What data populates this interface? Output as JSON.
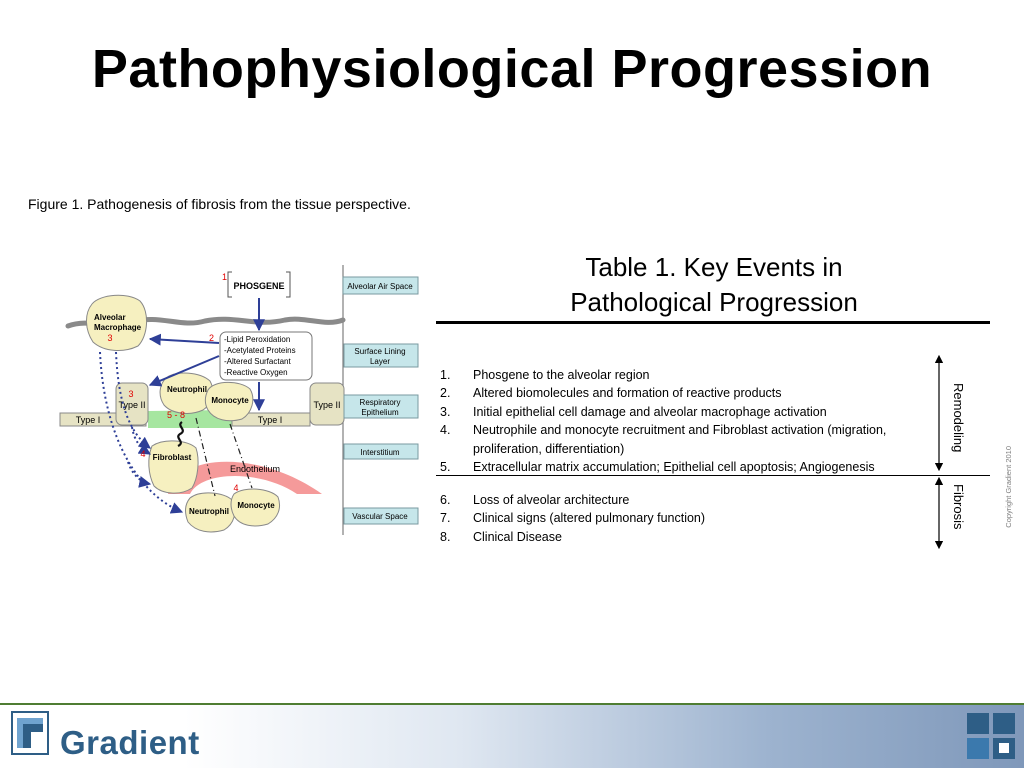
{
  "slide": {
    "title": "Pathophysiological Progression",
    "figure_caption": "Figure 1.  Pathogenesis of fibrosis from the tissue perspective.",
    "copyright": "Copyright Gradient 2010",
    "brand": "Gradient"
  },
  "diagram": {
    "phosgene": "PHOSGENE",
    "alveolar_macrophage": [
      "Alveolar",
      "Macrophage"
    ],
    "step_markers": {
      "s1": "1",
      "s2": "2",
      "s3a": "3",
      "s3b": "3",
      "s58": "5 - 8",
      "s4a": "4",
      "s4b": "4"
    },
    "products": [
      "-Lipid Peroxidation",
      "-Acetylated Proteins",
      "-Altered Surfactant",
      "-Reactive Oxygen"
    ],
    "cells": {
      "neutrophil_top": "Neutrophil",
      "monocyte_top": "Monocyte",
      "type2_left": "Type II",
      "type2_right": "Type II",
      "type1_left": "Type I",
      "type1_right": "Type I",
      "fibroblast": "Fibroblast",
      "endothelium": "Endothelium",
      "neutrophil_bottom": "Neutrophil",
      "monocyte_bottom": "Monocyte"
    },
    "layers": [
      "Alveolar Air Space",
      [
        "Surface Lining",
        "Layer"
      ],
      [
        "Respiratory",
        "Epithelium"
      ],
      "Interstitium",
      "Vascular Space"
    ],
    "colors": {
      "label_box": "#c6e6ea",
      "cell": "#f6f0c0",
      "epithelium_green": "#a6e6a0",
      "endothelium": "#f59a9a",
      "arrow_blue": "#2e3f97"
    }
  },
  "table": {
    "title_lines": [
      "Table 1.  Key Events in",
      "Pathological Progression"
    ],
    "group_remodeling": "Remodeling",
    "group_fibrosis": "Fibrosis",
    "events_remodeling": [
      {
        "num": "1.",
        "text": "Phosgene to the alveolar region"
      },
      {
        "num": "2.",
        "text": "Altered biomolecules and formation of reactive products"
      },
      {
        "num": "3.",
        "text": "Initial epithelial cell damage and alveolar macrophage activation"
      },
      {
        "num": "4.",
        "text": "Neutrophile and monocyte recruitment and Fibroblast activation (migration, proliferation, differentiation)"
      },
      {
        "num": "5.",
        "text": "Extracellular matrix accumulation; Epithelial cell apoptosis; Angiogenesis"
      }
    ],
    "events_fibrosis": [
      {
        "num": "6.",
        "text": "Loss of alveolar architecture"
      },
      {
        "num": "7.",
        "text": "Clinical  signs (altered pulmonary function)"
      },
      {
        "num": "8.",
        "text": "Clinical Disease"
      }
    ]
  }
}
